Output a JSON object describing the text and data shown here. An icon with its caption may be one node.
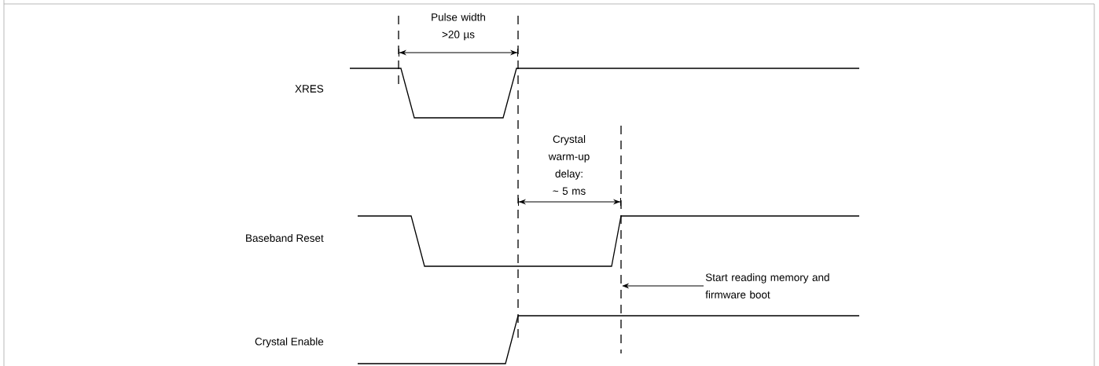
{
  "diagram": {
    "nodes": [
      {
        "text": [
          "Start reading memory and firmware boot"
        ]
      },
      {
        "text": [],
        "shape": "line"
      }
    ],
    "edges": [
      {
        "from": 0,
        "to": 1,
        "arrow": "to"
      }
    ],
    "labels": [
      "Pulse width >20 µs",
      "XRES",
      "Crystal warm-up delay: ~ 5 ms",
      "Baseband Reset",
      "Crystal Enable"
    ]
  }
}
